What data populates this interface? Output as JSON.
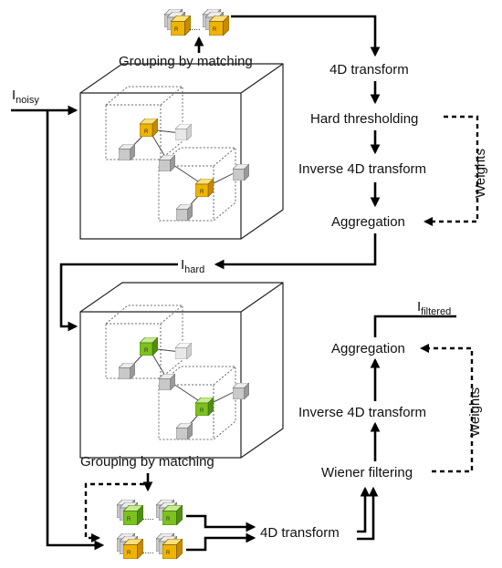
{
  "top": {
    "grouping_label": "Grouping by matching",
    "input_label": "I",
    "input_sub": "noisy",
    "stack_mark": "R",
    "stack_dots": ".....",
    "steps": [
      "4D transform",
      "Hard thresholding",
      "Inverse 4D transform",
      "Aggregation"
    ],
    "weights_label": "Weights",
    "output_label": "I",
    "output_sub": "hard"
  },
  "bottom": {
    "grouping_label": "Grouping by matching",
    "stack_mark": "R",
    "stack_dots": ".....",
    "steps": [
      "4D transform",
      "Wiener filtering",
      "Inverse 4D transform",
      "Aggregation"
    ],
    "weights_label": "Weights",
    "output_label": "I",
    "output_sub": "filtered"
  },
  "colors": {
    "ref_patch_stage1": "#f0b400",
    "ref_patch_stage2": "#7cc21f",
    "similar_patch": "#c9c9c9"
  }
}
